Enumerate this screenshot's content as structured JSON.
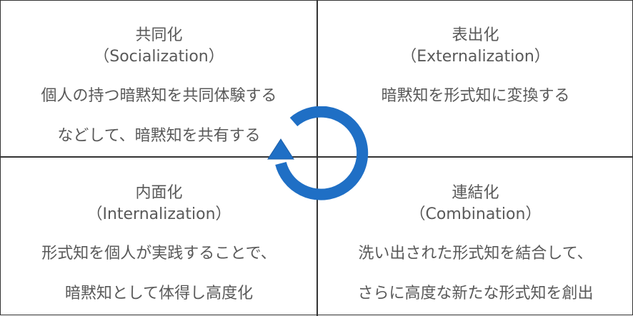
{
  "quadrants": {
    "top_left": {
      "title": "共同化",
      "subtitle": "（Socialization）",
      "desc_line1": "個人の持つ暗黙知を共同体験する",
      "desc_line2": "などして、暗黙知を共有する"
    },
    "top_right": {
      "title": "表出化",
      "subtitle": "（Externalization）",
      "desc_line1": "暗黙知を形式知に変換する"
    },
    "bottom_left": {
      "title": "内面化",
      "subtitle": "（Internalization）",
      "desc_line1": "形式知を個人が実践することで、",
      "desc_line2": "暗黙知として体得し高度化"
    },
    "bottom_right": {
      "title": "連結化",
      "subtitle": "（Combination）",
      "desc_line1": "洗い出された形式知を結合して、",
      "desc_line2": "さらに高度な新たな形式知を創出"
    }
  },
  "colors": {
    "cycle_arrow": "#1f6fc5",
    "cycle_arrow_edge": "#1a5da6",
    "grid_line": "#333333",
    "text": "#595959"
  },
  "icons": {
    "center": "cycle-arrow-icon"
  }
}
